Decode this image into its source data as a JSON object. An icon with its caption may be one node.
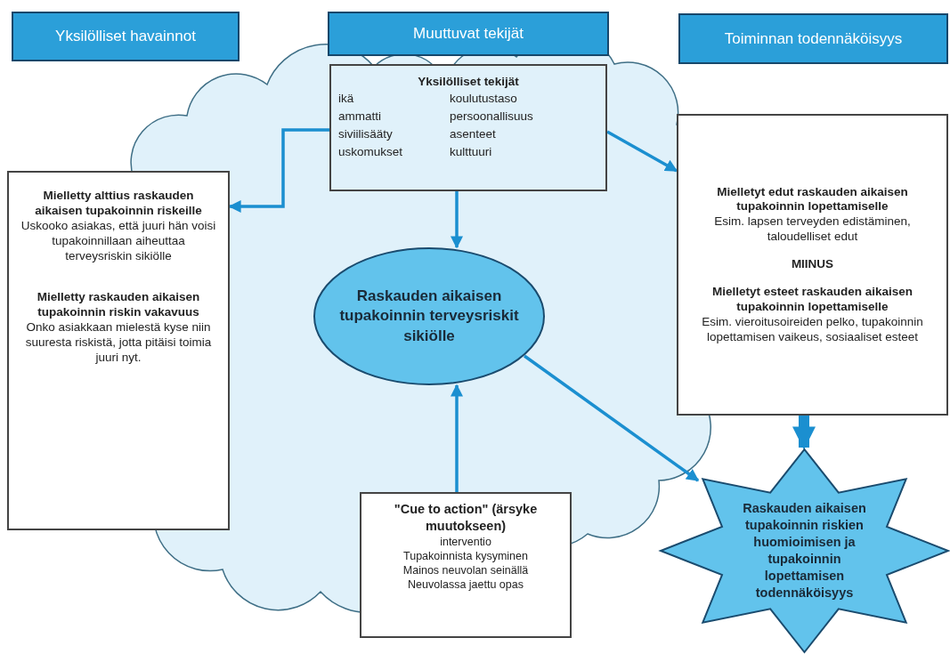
{
  "diagram": {
    "nodes": [
      {
        "text": [
          "Yksilölliset havainnot"
        ]
      },
      {
        "text": [
          "Muuttuvat tekijät"
        ]
      },
      {
        "text": [
          "Toiminnan todennäköisyys"
        ]
      },
      {
        "text": [
          "Yksilölliset tekijät",
          "ikä",
          "koulutustaso",
          "ammatti",
          "persoonallisuus",
          "siviilisääty",
          "asenteet",
          "uskomukset",
          "kulttuuri"
        ]
      },
      {
        "text": [
          "Mielletty alttius raskauden aikaisen tupakoinnin riskeille",
          "Uskooko asiakas, että juuri hän voisi tupakoinnillaan aiheuttaa terveysriskin sikiölle",
          "Mielletty raskauden aikaisen tupakoinnin riskin vakavuus",
          "Onko asiakkaan mielestä kyse niin suuresta riskistä, jotta pitäisi toimia juuri nyt."
        ]
      },
      {
        "text": [
          "Raskauden aikaisen tupakoinnin terveysriskit sikiölle"
        ]
      },
      {
        "text": [
          "Mielletyt edut raskauden aikaisen tupakoinnin lopettamiselle",
          "Esim. lapsen terveyden edistäminen, taloudelliset edut",
          "MIINUS",
          "Mielletyt esteet raskauden aikaisen tupakoinnin lopettamiselle",
          "Esim. vieroitusoireiden pelko, tupakoinnin lopettamisen vaikeus, sosiaaliset esteet"
        ]
      },
      {
        "text": [
          "\"Cue to action\" (ärsyke muutokseen)",
          "interventio",
          "Tupakoinnista kysyminen",
          "Mainos neuvolan seinällä",
          "Neuvolassa jaettu opas"
        ]
      },
      {
        "text": [
          "Raskauden aikaisen tupakoinnin riskien huomioimisen ja tupakoinnin lopettamisen todennäköisyys"
        ]
      }
    ],
    "edges": [
      {
        "from": 3,
        "to": 4,
        "arrow": "to"
      },
      {
        "from": 3,
        "to": 6,
        "arrow": "to"
      },
      {
        "from": 3,
        "to": 5,
        "arrow": "to"
      },
      {
        "from": 7,
        "to": 5,
        "arrow": "to"
      },
      {
        "from": 5,
        "to": 8,
        "arrow": "to"
      },
      {
        "from": 6,
        "to": 8,
        "arrow": "to",
        "style": "thick"
      }
    ]
  }
}
